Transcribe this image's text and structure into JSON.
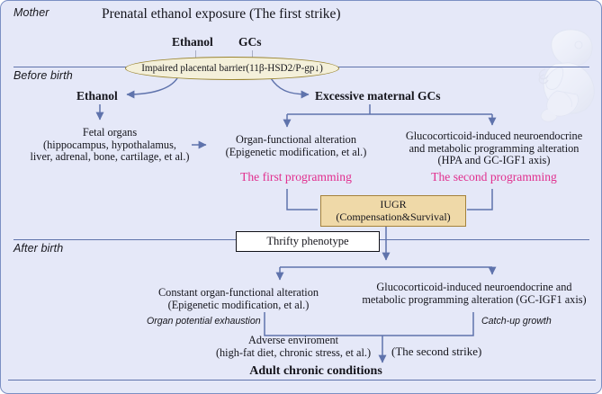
{
  "figure": {
    "title": "Prenatal ethanol exposure (The first strike)",
    "background_color": "#e5e8f8",
    "accent_line_color": "#5f73ac",
    "highlight_color": "#e12e8e"
  },
  "sections": {
    "mother_label": "Mother",
    "before_birth_label": "Before birth",
    "after_birth_label": "After birth"
  },
  "prenatal": {
    "ethanol_source": "Ethanol",
    "gcs_source": "GCs",
    "placental_barrier": "Impaired placental barrier(11β-HSD2/P-gp↓)",
    "ethanol_fetal": "Ethanol",
    "excessive_gcs": "Excessive maternal GCs",
    "fetal_organs": {
      "line1": "Fetal organs",
      "line2": "(hippocampus, hypothalamus,",
      "line3": "liver, adrenal, bone, cartilage, et al.)"
    },
    "organ_alteration": {
      "line1": "Organ-functional alteration",
      "line2": "(Epigenetic modification, et al.)",
      "programming": "The first programming"
    },
    "gc_programming": {
      "line1": "Glucocorticoid-induced neuroendocrine",
      "line2": "and metabolic programming alteration",
      "line3": "(HPA and GC-IGF1 axis)",
      "programming": "The second programming"
    }
  },
  "iugr": {
    "title": "IUGR",
    "subtitle": "(Compensation&Survival)"
  },
  "postnatal": {
    "thrifty_phenotype": "Thrifty phenotype",
    "constant_alteration": {
      "line1": "Constant organ-functional alteration",
      "line2": "(Epigenetic modification, et al.)",
      "note": "Organ potential exhaustion"
    },
    "gc_programming_post": {
      "line1": "Glucocorticoid-induced neuroendocrine and",
      "line2": "metabolic programming alteration (GC-IGF1 axis)",
      "note": "Catch-up growth"
    },
    "adverse": {
      "line1": "Adverse enviroment",
      "line2": "(high-fat diet, chronic stress, et al.)",
      "strike": "(The second strike)"
    },
    "outcome": "Adult chronic conditions"
  },
  "illustration": {
    "fetus_label": "fetus-illustration"
  }
}
